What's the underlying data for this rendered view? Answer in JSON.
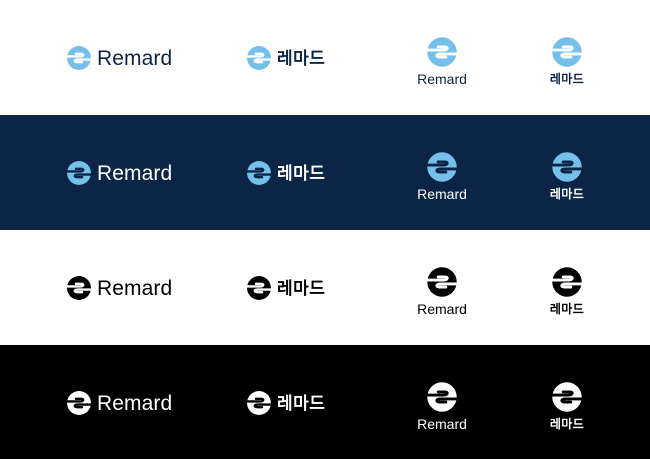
{
  "brand": {
    "name_en": "Remard",
    "name_ko": "레마드",
    "mark_icon": "remard-symbol-icon"
  },
  "variants": [
    {
      "id": "color-on-white",
      "background": "#ffffff",
      "mark_color": "#74c0ea",
      "text_color": "#0c2446"
    },
    {
      "id": "color-on-navy",
      "background": "#0c2446",
      "mark_color": "#74c0ea",
      "text_color": "#ffffff"
    },
    {
      "id": "black-on-white",
      "background": "#ffffff",
      "mark_color": "#000000",
      "text_color": "#000000"
    },
    {
      "id": "white-on-black",
      "background": "#000000",
      "mark_color": "#ffffff",
      "text_color": "#ffffff"
    }
  ]
}
